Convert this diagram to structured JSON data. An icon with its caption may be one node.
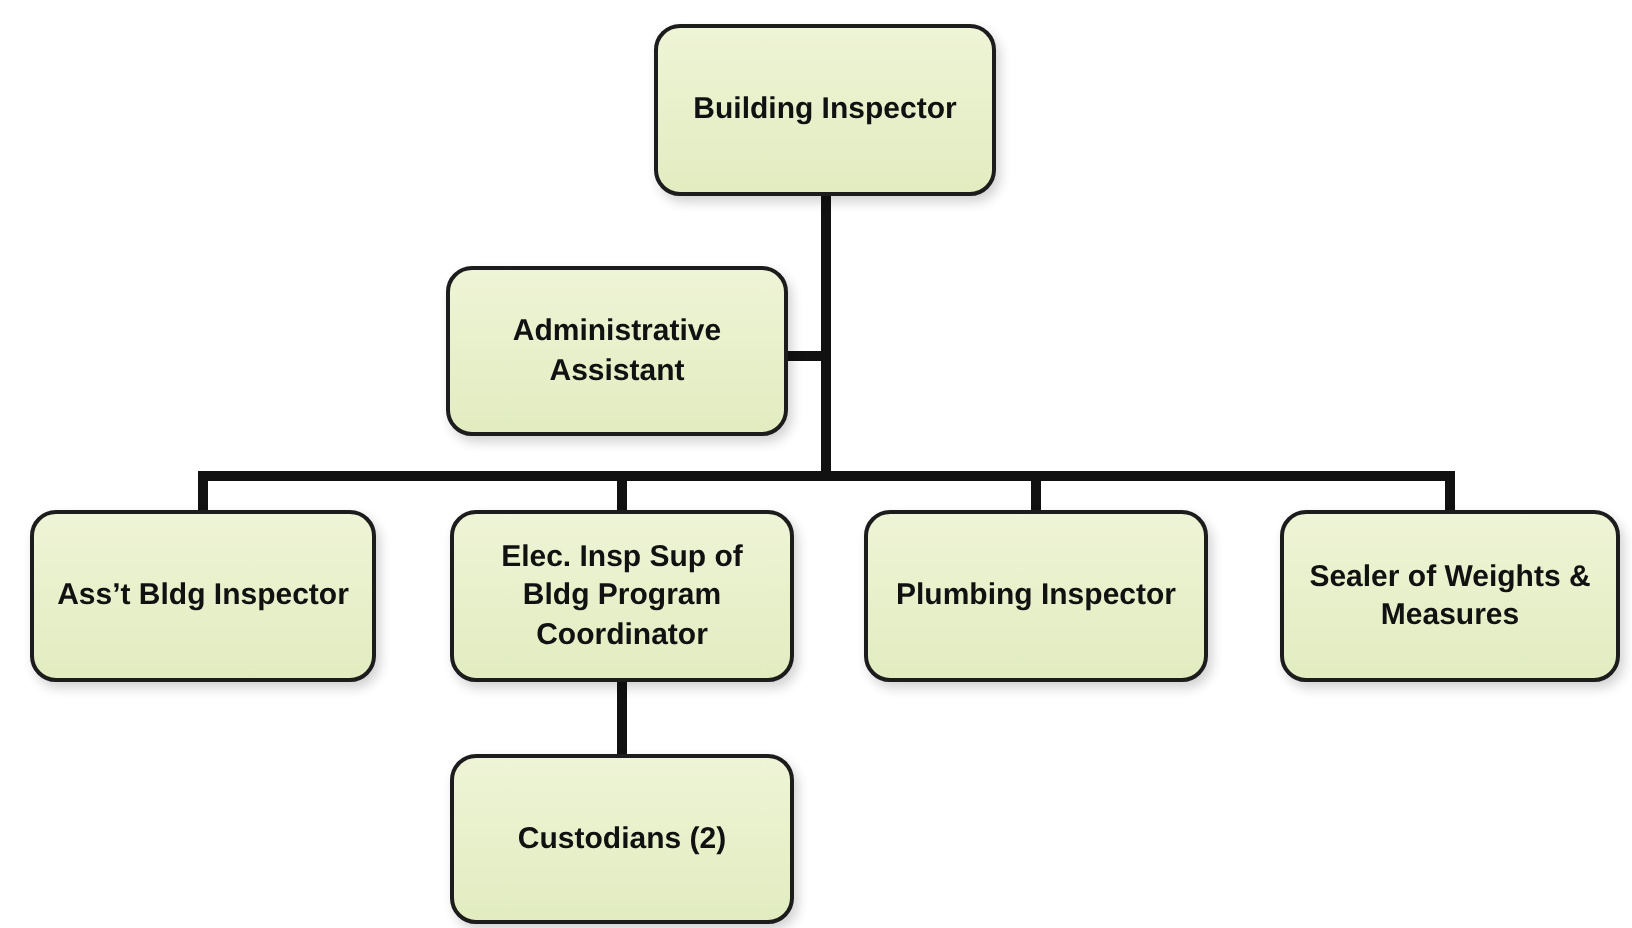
{
  "diagram": {
    "nodes": [
      {
        "text": [
          "Building Inspector"
        ]
      },
      {
        "text": [
          "Administrative Assistant"
        ]
      },
      {
        "text": [
          "Ass’t Bldg Inspector"
        ]
      },
      {
        "text": [
          "Elec. Insp Sup of Bldg Program Coordinator"
        ]
      },
      {
        "text": [
          "Plumbing Inspector"
        ]
      },
      {
        "text": [
          "Sealer of Weights & Measures"
        ]
      },
      {
        "text": [
          "Custodians (2)"
        ]
      }
    ],
    "edges": [
      {
        "from": 0,
        "to": 1,
        "arrow": "none"
      },
      {
        "from": 0,
        "to": 2,
        "arrow": "none"
      },
      {
        "from": 0,
        "to": 3,
        "arrow": "none"
      },
      {
        "from": 0,
        "to": 4,
        "arrow": "none"
      },
      {
        "from": 0,
        "to": 5,
        "arrow": "none"
      },
      {
        "from": 3,
        "to": 6,
        "arrow": "none"
      }
    ]
  }
}
